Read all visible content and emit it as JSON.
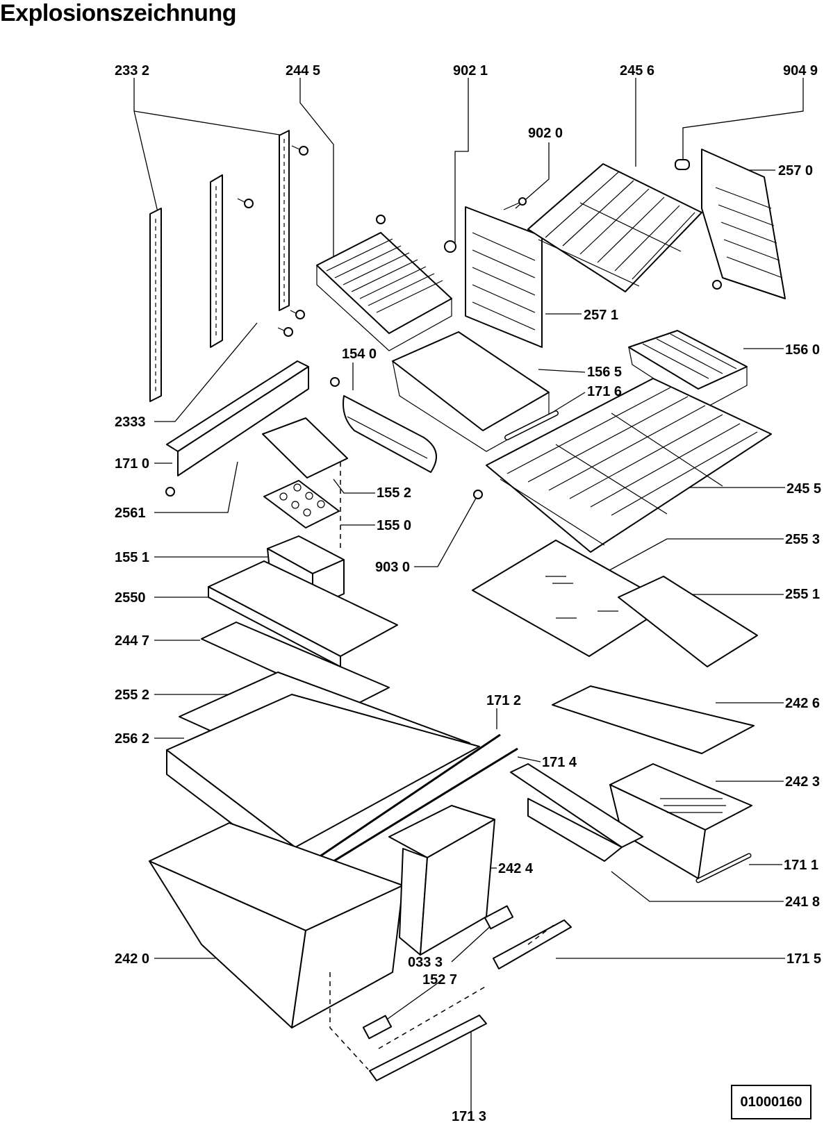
{
  "title": "Explosionszeichnung",
  "document_number": "01000160",
  "parts": {
    "p2332": "233 2",
    "p2445": "244 5",
    "p9021": "902 1",
    "p2456": "245 6",
    "p9049": "904 9",
    "p9020": "902 0",
    "p2570": "257 0",
    "p2571": "257 1",
    "p1540": "154 0",
    "p1565": "156 5",
    "p1560": "156 0",
    "p1716": "171 6",
    "p2333": "2333",
    "p1710": "171 0",
    "p1552": "155 2",
    "p2455": "245 5",
    "p2561": "2561",
    "p1550": "155 0",
    "p9030": "903 0",
    "p1551": "155 1",
    "p2553": "255 3",
    "p2550": "2550",
    "p2551": "255 1",
    "p2447": "244 7",
    "p2552": "255 2",
    "p1712": "171 2",
    "p2426": "242 6",
    "p2562": "256 2",
    "p1714": "171 4",
    "p2423": "242 3",
    "p1711": "171 1",
    "p2424": "242 4",
    "p2418": "241 8",
    "p2420": "242 0",
    "p1715": "171 5",
    "p0333": "033 3",
    "p1527": "152 7",
    "p1713": "171 3"
  }
}
